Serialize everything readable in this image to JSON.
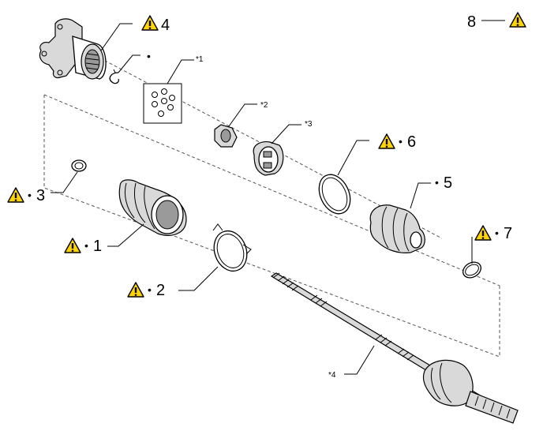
{
  "callouts": {
    "c1": {
      "num": "1"
    },
    "c2": {
      "num": "2"
    },
    "c3": {
      "num": "3"
    },
    "c4": {
      "num": "4"
    },
    "c5": {
      "num": "5"
    },
    "c6": {
      "num": "6"
    },
    "c7": {
      "num": "7"
    },
    "c8": {
      "num": "8"
    }
  },
  "star_labels": {
    "s1": "*1",
    "s2": "*2",
    "s3": "*3",
    "s4": "*4"
  },
  "bullet": "•",
  "colors": {
    "warning_fill": "#FFD400",
    "line": "#000000",
    "dash_line": "#555555"
  },
  "icons": {
    "warning": "warning-triangle-icon"
  }
}
